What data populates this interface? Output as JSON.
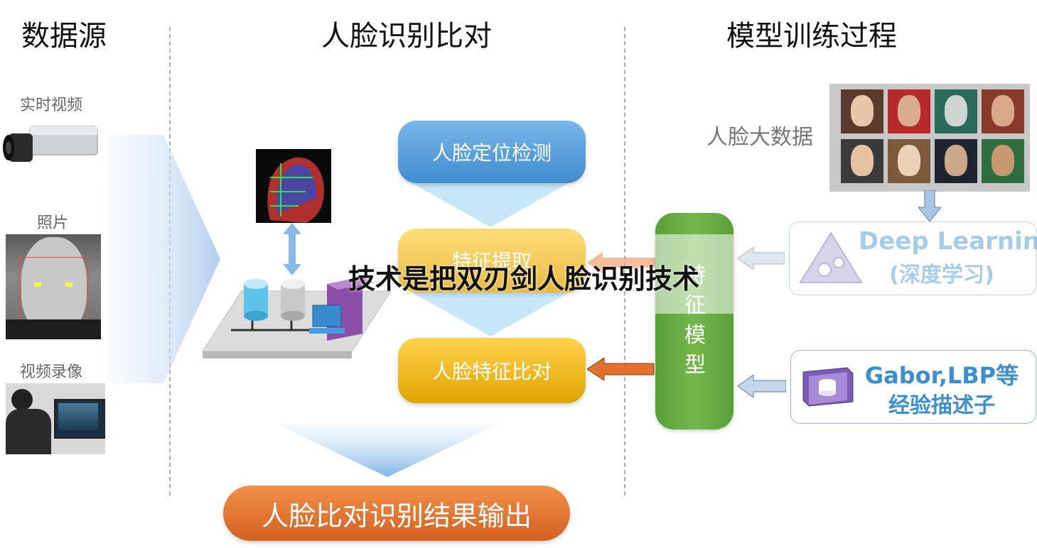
{
  "columns": {
    "data_source": "数据源",
    "face_compare": "人脸识别比对",
    "model_training": "模型训练过程"
  },
  "sources": {
    "realtime_video": "实时视频",
    "photo": "照片",
    "video_record": "视频录像"
  },
  "flow": {
    "detect": "人脸定位检测",
    "feature_extract": "特征提取",
    "feature_compare": "人脸特征比对",
    "output": "人脸比对识别结果输出"
  },
  "training": {
    "big_data_label": "人脸大数据",
    "deep_learning_line1": "Deep Learning",
    "deep_learning_line2": "(深度学习)",
    "gabor_line1": "Gabor,LBP等",
    "gabor_line2": "经验描述子",
    "feature_model_chars": [
      "特",
      "征",
      "模",
      "型"
    ]
  },
  "overlay_caption": "技术是把双刃剑人脸识别技术",
  "colors": {
    "blue_pill": "#4a94d6",
    "yellow_pill": "#f0b400",
    "orange_pill": "#e0722c",
    "green_bar": "#6aae44",
    "box_text": "#3a8fd0"
  }
}
